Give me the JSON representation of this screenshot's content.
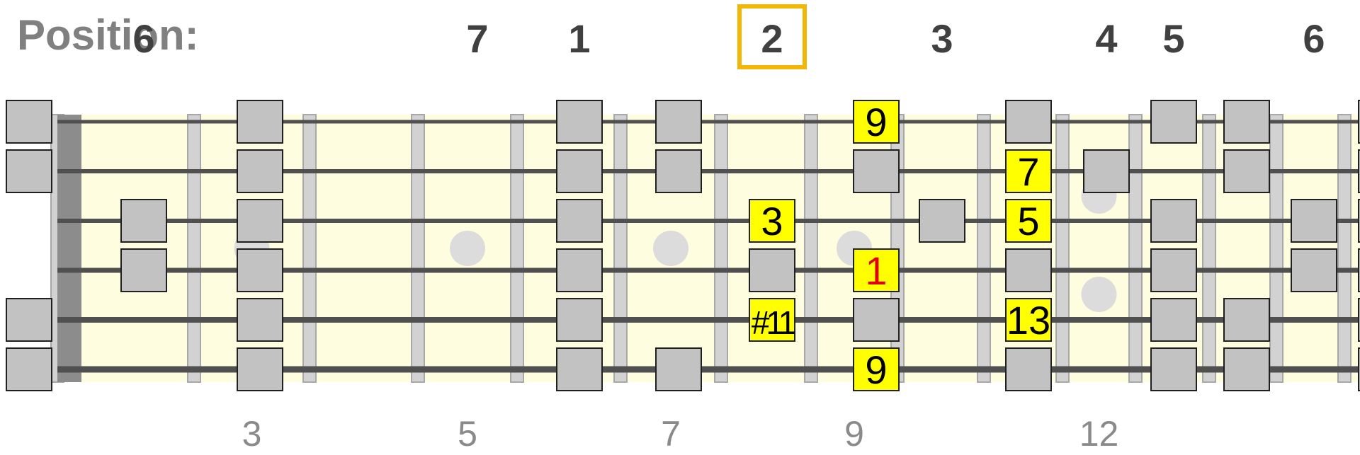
{
  "header": {
    "label": "Position:"
  },
  "positions": [
    {
      "label": "6",
      "fret": 1,
      "selected": false
    },
    {
      "label": "7",
      "fret": 3,
      "selected": false
    },
    {
      "label": "1",
      "fret": 4,
      "selected": false
    },
    {
      "label": "2",
      "fret": 6,
      "selected": true
    },
    {
      "label": "3",
      "fret": 8,
      "selected": false
    },
    {
      "label": "4",
      "fret": 10,
      "selected": false
    },
    {
      "label": "5",
      "fret": 11,
      "selected": false
    },
    {
      "label": "6",
      "fret": 13,
      "selected": false
    }
  ],
  "fret_markers": [
    {
      "label": "3",
      "fret": 3,
      "dots": 1
    },
    {
      "label": "5",
      "fret": 5,
      "dots": 1
    },
    {
      "label": "7",
      "fret": 7,
      "dots": 1
    },
    {
      "label": "9",
      "fret": 9,
      "dots": 1
    },
    {
      "label": "12",
      "fret": 12,
      "dots": 2
    }
  ],
  "notes": [
    {
      "string": 1,
      "fret": 0,
      "label": "",
      "highlight": false
    },
    {
      "string": 2,
      "fret": 0,
      "label": "",
      "highlight": false
    },
    {
      "string": 5,
      "fret": 0,
      "label": "",
      "highlight": false
    },
    {
      "string": 6,
      "fret": 0,
      "label": "",
      "highlight": false
    },
    {
      "string": 3,
      "fret": 1,
      "label": "",
      "highlight": false
    },
    {
      "string": 4,
      "fret": 1,
      "label": "",
      "highlight": false
    },
    {
      "string": 1,
      "fret": 2,
      "label": "",
      "highlight": false
    },
    {
      "string": 2,
      "fret": 2,
      "label": "",
      "highlight": false
    },
    {
      "string": 3,
      "fret": 2,
      "label": "",
      "highlight": false
    },
    {
      "string": 4,
      "fret": 2,
      "label": "",
      "highlight": false
    },
    {
      "string": 5,
      "fret": 2,
      "label": "",
      "highlight": false
    },
    {
      "string": 6,
      "fret": 2,
      "label": "",
      "highlight": false
    },
    {
      "string": 1,
      "fret": 4,
      "label": "",
      "highlight": false
    },
    {
      "string": 2,
      "fret": 4,
      "label": "",
      "highlight": false
    },
    {
      "string": 3,
      "fret": 4,
      "label": "",
      "highlight": false
    },
    {
      "string": 4,
      "fret": 4,
      "label": "",
      "highlight": false
    },
    {
      "string": 5,
      "fret": 4,
      "label": "",
      "highlight": false
    },
    {
      "string": 6,
      "fret": 4,
      "label": "",
      "highlight": false
    },
    {
      "string": 1,
      "fret": 5,
      "label": "",
      "highlight": false
    },
    {
      "string": 2,
      "fret": 5,
      "label": "",
      "highlight": false
    },
    {
      "string": 6,
      "fret": 5,
      "label": "",
      "highlight": false
    },
    {
      "string": 3,
      "fret": 6,
      "label": "3",
      "highlight": true,
      "color": "#000000"
    },
    {
      "string": 4,
      "fret": 6,
      "label": "",
      "highlight": false
    },
    {
      "string": 5,
      "fret": 6,
      "label": "#11",
      "highlight": true,
      "color": "#000000"
    },
    {
      "string": 1,
      "fret": 7,
      "label": "9",
      "highlight": true,
      "color": "#000000"
    },
    {
      "string": 2,
      "fret": 7,
      "label": "",
      "highlight": false
    },
    {
      "string": 4,
      "fret": 7,
      "label": "1",
      "highlight": true,
      "color": "#e00000"
    },
    {
      "string": 5,
      "fret": 7,
      "label": "",
      "highlight": false
    },
    {
      "string": 6,
      "fret": 7,
      "label": "9",
      "highlight": true,
      "color": "#000000"
    },
    {
      "string": 3,
      "fret": 8,
      "label": "",
      "highlight": false
    },
    {
      "string": 1,
      "fret": 9,
      "label": "",
      "highlight": false
    },
    {
      "string": 2,
      "fret": 9,
      "label": "7",
      "highlight": true,
      "color": "#000000"
    },
    {
      "string": 3,
      "fret": 9,
      "label": "5",
      "highlight": true,
      "color": "#000000"
    },
    {
      "string": 4,
      "fret": 9,
      "label": "",
      "highlight": false
    },
    {
      "string": 5,
      "fret": 9,
      "label": "13",
      "highlight": true,
      "color": "#000000"
    },
    {
      "string": 6,
      "fret": 9,
      "label": "",
      "highlight": false
    },
    {
      "string": 2,
      "fret": 10,
      "label": "",
      "highlight": false
    },
    {
      "string": 1,
      "fret": 11,
      "label": "",
      "highlight": false
    },
    {
      "string": 3,
      "fret": 11,
      "label": "",
      "highlight": false
    },
    {
      "string": 4,
      "fret": 11,
      "label": "",
      "highlight": false
    },
    {
      "string": 5,
      "fret": 11,
      "label": "",
      "highlight": false
    },
    {
      "string": 6,
      "fret": 11,
      "label": "",
      "highlight": false
    },
    {
      "string": 1,
      "fret": 12,
      "label": "",
      "highlight": false
    },
    {
      "string": 2,
      "fret": 12,
      "label": "",
      "highlight": false
    },
    {
      "string": 5,
      "fret": 12,
      "label": "",
      "highlight": false
    },
    {
      "string": 6,
      "fret": 12,
      "label": "",
      "highlight": false
    },
    {
      "string": 3,
      "fret": 13,
      "label": "",
      "highlight": false
    },
    {
      "string": 4,
      "fret": 13,
      "label": "",
      "highlight": false
    },
    {
      "string": 1,
      "fret": 14,
      "label": "",
      "highlight": false
    },
    {
      "string": 2,
      "fret": 14,
      "label": "",
      "highlight": false
    },
    {
      "string": 3,
      "fret": 14,
      "label": "",
      "highlight": false
    },
    {
      "string": 4,
      "fret": 14,
      "label": "",
      "highlight": false
    },
    {
      "string": 5,
      "fret": 14,
      "label": "",
      "highlight": false
    },
    {
      "string": 6,
      "fret": 14,
      "label": "",
      "highlight": false
    }
  ],
  "colors": {
    "board": "#fffde0",
    "nut": "#8c8c8c",
    "fret_wire": "#d2d2d2",
    "fret_wire_edge": "#a8a8a8",
    "string": "#505050",
    "note_plain": "#c2c2c2",
    "note_highlight": "#ffff00",
    "inlay": "#dcdcdc",
    "position_box": "#f2b705"
  }
}
